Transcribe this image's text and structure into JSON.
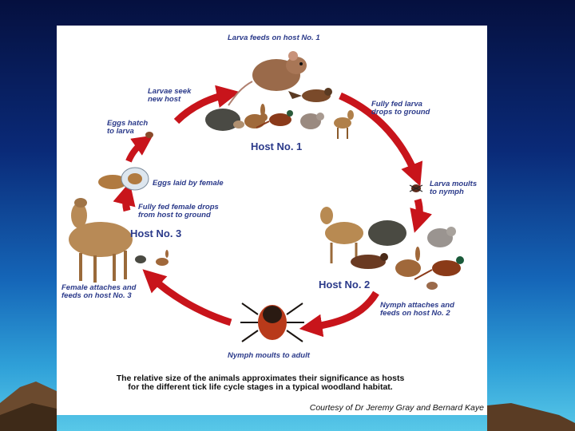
{
  "labels": {
    "larva_feeds": "Larva feeds on host No. 1",
    "fully_fed_larva": "Fully fed larva\ndrops to ground",
    "larva_moults": "Larva moults\nto nymph",
    "nymph_attaches": "Nymph attaches and\nfeeds on host No. 2",
    "nymph_moults": "Nymph moults to adult",
    "female_attaches": "Female attaches and\nfeeds on host No. 3",
    "female_drops": "Fully fed female drops\nfrom host to ground",
    "eggs_laid": "Eggs laid by female",
    "eggs_hatch": "Eggs hatch\nto larva",
    "larvae_seek": "Larvae seek\nnew host"
  },
  "hosts": {
    "host1": "Host No. 1",
    "host2": "Host No. 2",
    "host3": "Host No. 3"
  },
  "caption": "The relative size of the animals approximates their significance as hosts\nfor the different tick life cycle stages in a typical woodland habitat.",
  "credit": "Courtesy of Dr Jeremy Gray and Bernard Kaye",
  "colors": {
    "arrow": "#c8141b",
    "label_text": "#2b3a8a",
    "background_top": "#05103f",
    "background_bottom": "#58c8e8"
  }
}
